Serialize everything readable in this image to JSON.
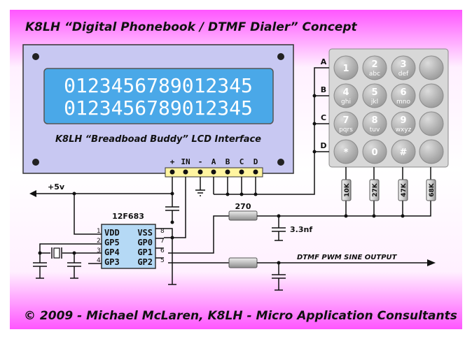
{
  "title": "K8LH “Digital Phonebook / DTMF Dialer” Concept",
  "footer": "© 2009 - Michael McLaren, K8LH - Micro Application Consultants",
  "lcd": {
    "line1": "0123456789012345",
    "line2": "0123456789012345",
    "caption": "K8LH “Breadboad Buddy” LCD Interface",
    "connector_pins": [
      "+",
      "IN",
      "-",
      "A",
      "B",
      "C",
      "D"
    ]
  },
  "keypad": {
    "rows": [
      "A",
      "B",
      "C",
      "D"
    ],
    "keys": [
      {
        "main": "1",
        "sub": ""
      },
      {
        "main": "2",
        "sub": "abc"
      },
      {
        "main": "3",
        "sub": "def"
      },
      {
        "main": "",
        "sub": ""
      },
      {
        "main": "4",
        "sub": "ghi"
      },
      {
        "main": "5",
        "sub": "jkl"
      },
      {
        "main": "6",
        "sub": "mno"
      },
      {
        "main": "",
        "sub": ""
      },
      {
        "main": "7",
        "sub": "pqrs"
      },
      {
        "main": "8",
        "sub": "tuv"
      },
      {
        "main": "9",
        "sub": "wxyz"
      },
      {
        "main": "",
        "sub": ""
      },
      {
        "main": "*",
        "sub": ""
      },
      {
        "main": "0",
        "sub": ""
      },
      {
        "main": "#",
        "sub": ""
      },
      {
        "main": "",
        "sub": ""
      }
    ],
    "resistors": [
      "10K",
      "27K",
      "47K",
      "68K"
    ]
  },
  "mcu": {
    "name": "12F683",
    "left_pins": [
      {
        "num": "1",
        "label": "VDD"
      },
      {
        "num": "2",
        "label": "GP5"
      },
      {
        "num": "3",
        "label": "GP4"
      },
      {
        "num": "4",
        "label": "GP3"
      }
    ],
    "right_pins": [
      {
        "num": "8",
        "label": "VSS"
      },
      {
        "num": "7",
        "label": "GP0"
      },
      {
        "num": "6",
        "label": "GP1"
      },
      {
        "num": "5",
        "label": "GP2"
      }
    ]
  },
  "supply_label": "+5v",
  "resistor_270": "270",
  "cap_label": "3.3nf",
  "output_label": "DTMF PWM SINE OUTPUT",
  "colors": {
    "background_gradient": [
      "#ff66ff",
      "#ffffff",
      "#ff66ff"
    ],
    "lcd_frame": "#c8c8f2",
    "lcd_screen": "#4aa8e8",
    "keypad_body": "#d8d8d8",
    "key": "#b8b8b8"
  }
}
